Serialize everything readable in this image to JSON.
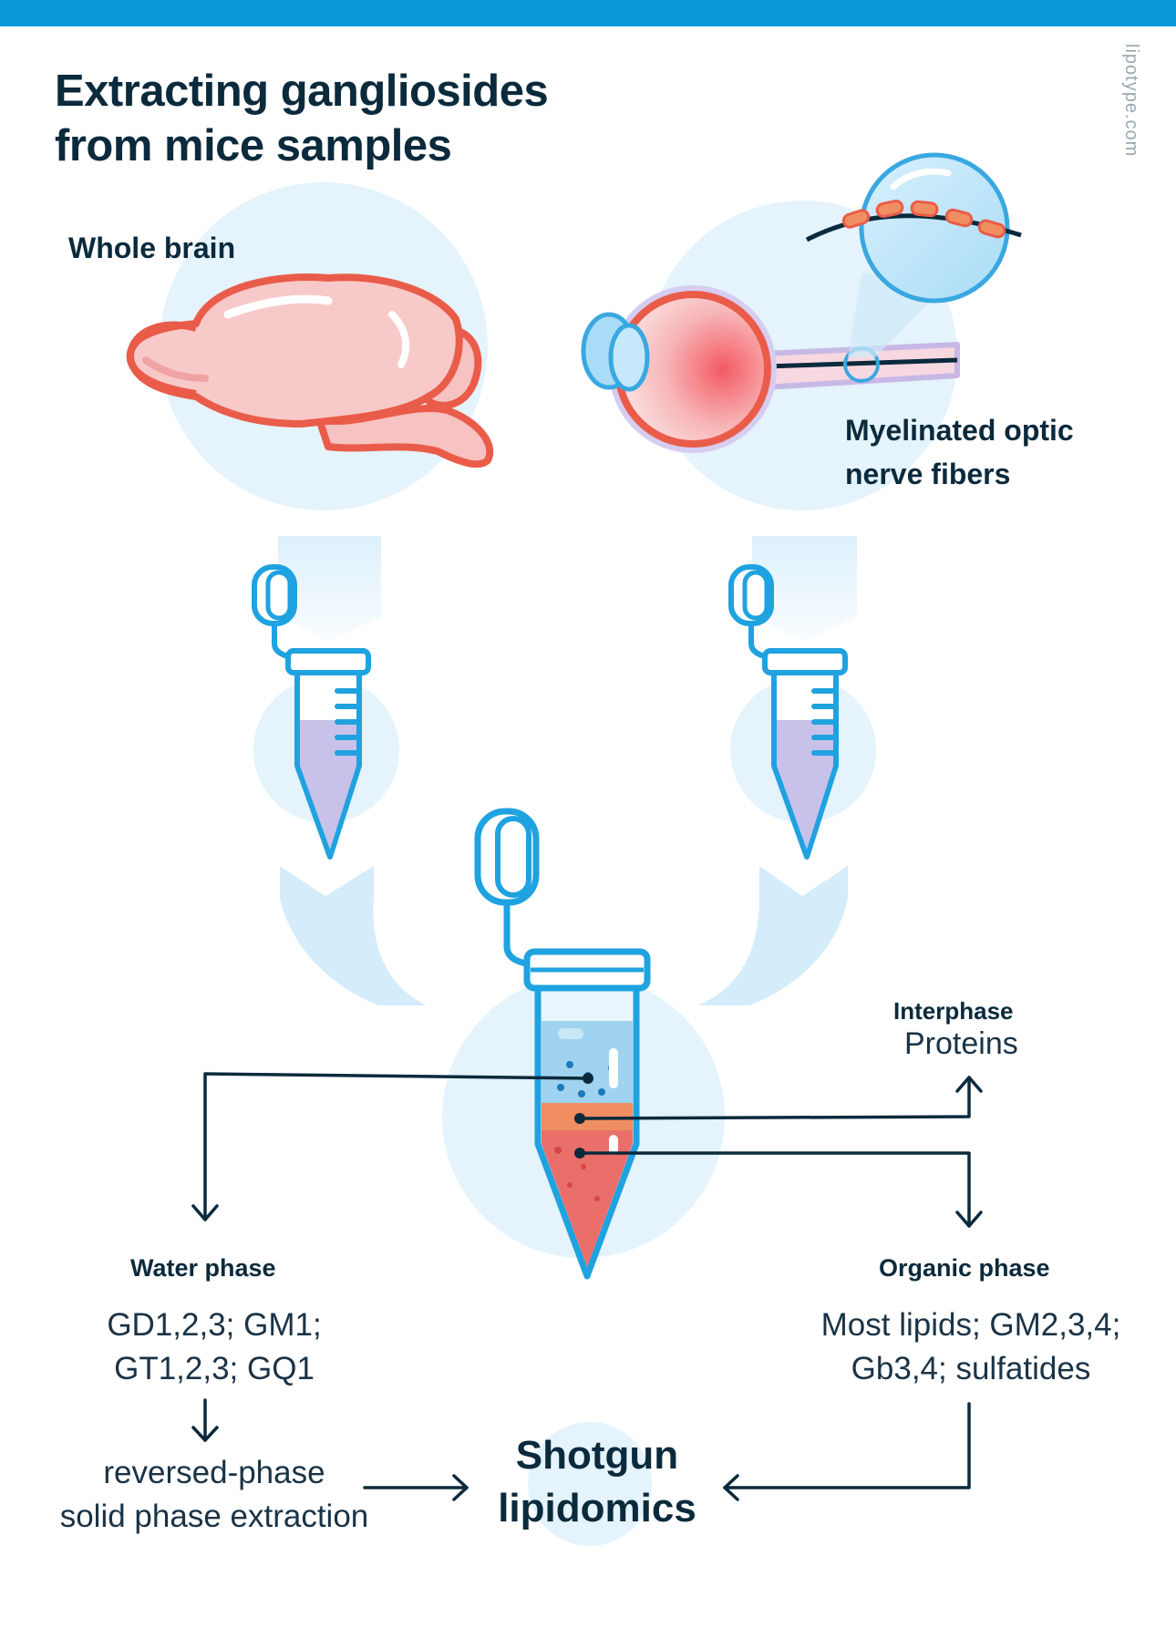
{
  "title": {
    "line1": "Extracting gangliosides",
    "line2": "from mice samples"
  },
  "watermark": "lipotype.com",
  "sources": {
    "whole_brain": "Whole brain",
    "optic_line1": "Myelinated optic",
    "optic_line2": "nerve fibers"
  },
  "phases": {
    "interphase_title": "Interphase",
    "interphase_content": "Proteins",
    "water_title": "Water phase",
    "water_line1": "GD1,2,3; GM1;",
    "water_line2": "GT1,2,3; GQ1",
    "organic_title": "Organic phase",
    "organic_line1": "Most lipids; GM2,3,4;",
    "organic_line2": "Gb3,4; sulfatides"
  },
  "processing": {
    "spe_line1": "reversed-phase",
    "spe_line2": "solid phase extraction"
  },
  "result": {
    "line1": "Shotgun",
    "line2": "lipidomics"
  },
  "colors": {
    "accent_blue": "#0a9ad9",
    "tube_blue": "#1fa2e0",
    "navy": "#0b2a3c",
    "light_blue_bg": "#e3f3fc",
    "brain_outline": "#ea5c4a",
    "brain_fill": "#f8c8c8",
    "organic_red": "#ea6f6a",
    "interphase_orange": "#f08e62",
    "tube_liquid_purple": "#c8c2ea"
  }
}
